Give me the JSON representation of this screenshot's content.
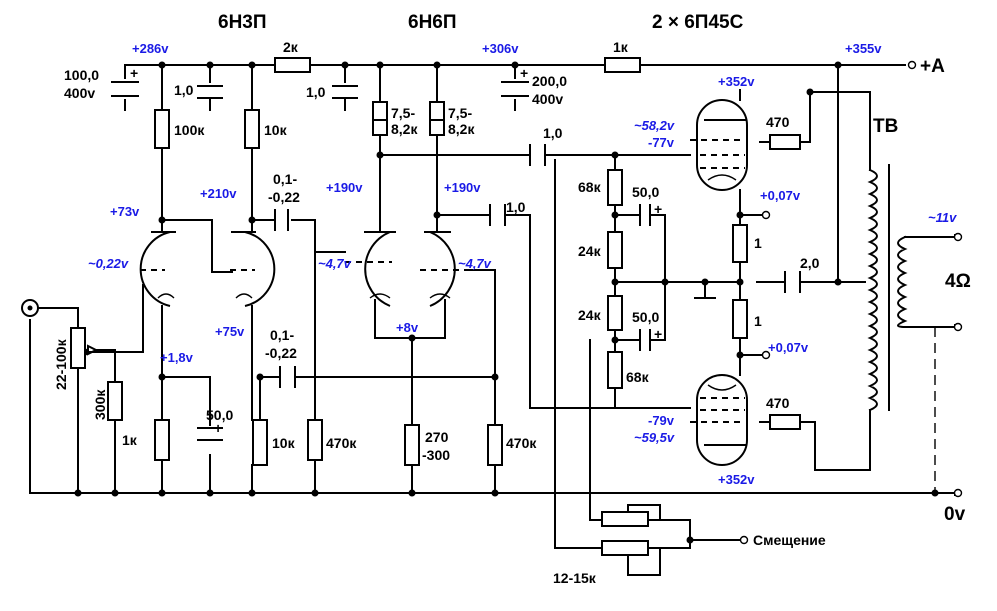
{
  "tubes": {
    "v1": "6Н3П",
    "v2": "6Н6П",
    "v3": "2 × 6П45С"
  },
  "resistors": {
    "r_2k": "2к",
    "r_1k_top": "1к",
    "r_100k": "100к",
    "r_10k_a": "10к",
    "r_75_a": "7,5-",
    "r_82_a": "8,2к",
    "r_75_b": "7,5-",
    "r_82_b": "8,2к",
    "r_68k_a": "68к",
    "r_24k_a": "24к",
    "r_24k_b": "24к",
    "r_68k_b": "68к",
    "r_470_a": "470",
    "r_470_b": "470",
    "r_1_a": "1",
    "r_1_b": "1",
    "r_1k_cath": "1к",
    "r_10k_b": "10к",
    "r_470k_a": "470к",
    "r_270": "270",
    "r_300": "-300",
    "r_470k_b": "470к",
    "r_300k": "300к",
    "pot_22_100k": "22-100к",
    "pot_12_15k": "12-15к"
  },
  "capacitors": {
    "c_100": "100,0",
    "c_100v": "400v",
    "c_1_a": "1,0",
    "c_1_b": "1,0",
    "c_200": "200,0",
    "c_200v": "400v",
    "c_1_c": "1,0",
    "c_1_d": "1,0",
    "c_01_a": "0,1-",
    "c_022_a": "-0,22",
    "c_01_b": "0,1-",
    "c_022_b": "-0,22",
    "c_50_a": "50,0",
    "c_50_b": "50,0",
    "c_50_c": "50,0",
    "c_2": "2,0"
  },
  "voltages": {
    "v286": "+286v",
    "v306": "+306v",
    "v355": "+355v",
    "v352_top": "+352v",
    "v352_bot": "+352v",
    "v73": "+73v",
    "v210": "+210v",
    "v190_a": "+190v",
    "v190_b": "+190v",
    "v75": "+75v",
    "v18": "+1,8v",
    "v8": "+8v",
    "v007_a": "+0,07v",
    "v007_b": "+0,07v",
    "v77": "-77v",
    "v79": "-79v"
  },
  "signals": {
    "s022": "~0,22v",
    "s47_a": "~4,7v",
    "s47_b": "~4,7v",
    "s582": "~58,2v",
    "s595": "~59,5v",
    "s11": "~11v"
  },
  "labels": {
    "plus_a": "+А",
    "tv": "ТВ",
    "ohm": "4Ω",
    "zero_v": "0v",
    "bias": "Смещение",
    "plus": "+"
  }
}
